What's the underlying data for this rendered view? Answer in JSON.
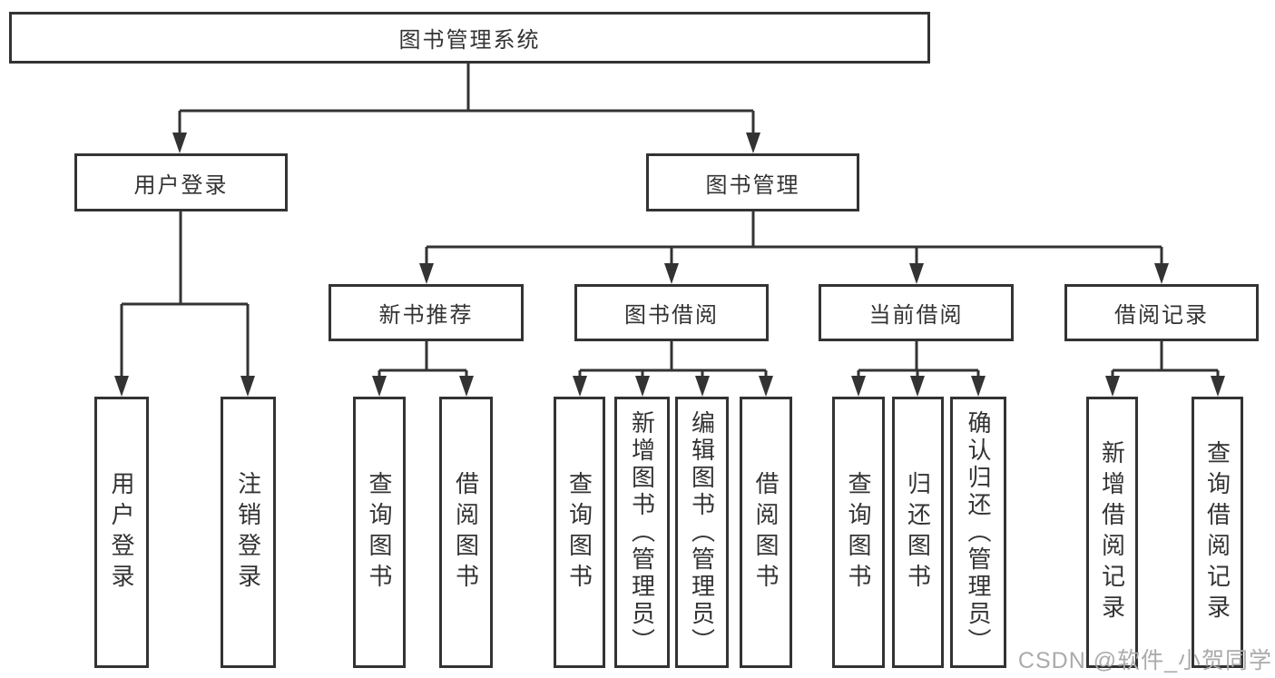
{
  "diagram": {
    "root": {
      "label": "图书管理系统",
      "children": [
        {
          "label": "用户登录",
          "children": [
            {
              "label": "用户登录"
            },
            {
              "label": "注销登录"
            }
          ]
        },
        {
          "label": "图书管理",
          "children": [
            {
              "label": "新书推荐",
              "children": [
                {
                  "label": "查询图书"
                },
                {
                  "label": "借阅图书"
                }
              ]
            },
            {
              "label": "图书借阅",
              "children": [
                {
                  "label": "查询图书"
                },
                {
                  "label": "新增图书（管理员）"
                },
                {
                  "label": "编辑图书（管理员）"
                },
                {
                  "label": "借阅图书"
                }
              ]
            },
            {
              "label": "当前借阅",
              "children": [
                {
                  "label": "查询图书"
                },
                {
                  "label": "归还图书"
                },
                {
                  "label": "确认归还（管理员）"
                }
              ]
            },
            {
              "label": "借阅记录",
              "children": [
                {
                  "label": "新增借阅记录"
                },
                {
                  "label": "查询借阅记录"
                }
              ]
            }
          ]
        }
      ]
    }
  },
  "watermark": {
    "text": "CSDN @软件_小贺同学"
  },
  "colors": {
    "line": "#333333",
    "text": "#333333",
    "watermark": "#ababab",
    "background": "#ffffff"
  }
}
